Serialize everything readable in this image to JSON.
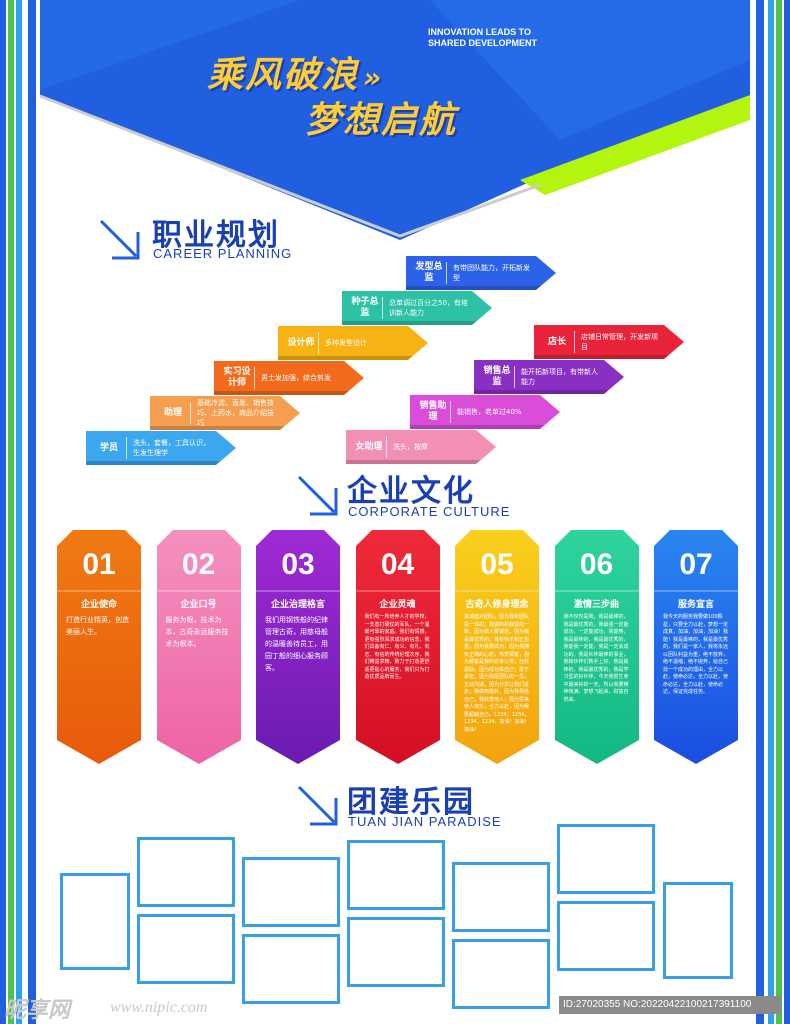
{
  "header": {
    "slogan_line1": "乘风破浪",
    "slogan_arrows": "»",
    "slogan_line2": "梦想启航",
    "tagline_line1": "INNOVATION LEADS TO",
    "tagline_line2": "SHARED DEVELOPMENT"
  },
  "sections": {
    "career": {
      "title": "职业规划",
      "subtitle": "CAREER PLANNING"
    },
    "culture": {
      "title": "企业文化",
      "subtitle": "CORPORATE CULTURE"
    },
    "team": {
      "title": "团建乐园",
      "subtitle": "TUAN JIAN PARADISE"
    }
  },
  "career_steps": [
    {
      "label": "学员",
      "desc": "洗头，套餐，工具认识，生发生理学",
      "color": "#3aa7ee"
    },
    {
      "label": "助理",
      "desc": "基础冷烫、直发、销售技巧、上药水，商品介绍技巧",
      "color": "#f59e4f"
    },
    {
      "label": "实习设计师",
      "desc": "男士发加强，综合剪发",
      "color": "#f26a1c"
    },
    {
      "label": "设计师",
      "desc": "多种发型设计",
      "color": "#f7b213"
    },
    {
      "label": "种子总监",
      "desc": "总单调过百分之50，有培训新人能力",
      "color": "#2dc1a6"
    },
    {
      "label": "发型总监",
      "desc": "有带团队能力，开拓新发型",
      "color": "#2c62e8"
    },
    {
      "label": "女助理",
      "desc": "洗头，按摩",
      "color": "#f28fb4"
    },
    {
      "label": "销售助理",
      "desc": "能销售，老单过40%",
      "color": "#d94dd9"
    },
    {
      "label": "销售总监",
      "desc": "能开拓新项目，有带新人能力",
      "color": "#8a2fc4"
    },
    {
      "label": "店长",
      "desc": "店铺日常管理，开发新项目",
      "color": "#e8233a"
    }
  ],
  "culture_cards": [
    {
      "num": "01",
      "title": "企业使命",
      "body": "打造行业精英，创造美丽人生。",
      "top": "#f07a12",
      "bottom": "#e85a0c"
    },
    {
      "num": "02",
      "title": "企业口号",
      "body": "服务为根，技术为本，古奇永远服务技术为根本。",
      "top": "#f490c0",
      "bottom": "#ee64a4"
    },
    {
      "num": "03",
      "title": "企业治理格言",
      "body": "我们用钢铁般的纪律管理古奇，用慈母般的温暖善待员工，用园丁般的细心服务顾客。",
      "top": "#a02ad4",
      "bottom": "#6a1bb0"
    },
    {
      "num": "04",
      "title": "企业灵魂",
      "body": "我们有一所培养人才的学校，一支善打硬仗的军队，一个温暖可靠的家庭。我们有情感，更有强烈渴求成功的信念，我们具备有仁、有义、有礼、有志、有信的传统伦理次序，我们精益求精，致力于打造更舒适更贴心的服务，我们只为打造优质品牌而生。",
      "top": "#ee2a3a",
      "bottom": "#d40f25"
    },
    {
      "num": "05",
      "title": "古奇人修身理念",
      "body": "真诚面对团队，因为我和团队是一体的；我做的和我说的一致，因为做人要诚信；因为我是最优秀的；我有快乐和正能量，因为我要成功；因为我拥有正确的心态；热爱顾客，因为顾客是我的衣食父母；自我激励，因为成功靠自己；勇于承担，因为我是团队的一员；主动沟通，因为分享让我们进步；我做到最好，因为我相信自己；我欣赏他人，因为赞美使人快乐；全力以赴，因为我要超越自己。1234，1234，1234，1234，加油！加油！加油！",
      "top": "#f9d01c",
      "bottom": "#f3a20f"
    },
    {
      "num": "06",
      "title": "激情三步曲",
      "body": "我不仅仅是我，我是最棒的，我是最优秀的，我最强一定能成功，一定能成功。我能够，我是最棒的，我是最优秀的，我能我一定能，我是一定会成功的。我是伙伴最棒的事业，我和伙伴们携手上好，我是最棒的，我是最优秀的，我是学习型的好伙伴，今天我很生命中最美好的一天，所以我要精神饱满，梦想飞起来，财富自然来。",
      "top": "#2fd39e",
      "bottom": "#14b883"
    },
    {
      "num": "07",
      "title": "服务宣言",
      "body": "我今天的服务我要做100颗星，只要全力以赴，梦想一定成真，加油，加油，加油！我能！我是最棒的，我是最优秀的，我们是一家人，我将永远以团队利益为重，绝不放弃，绝不退缩，绝不抛弃，给自己找一个成功的理由，全力以赴，使命必达，全力以赴，使命必达，全力以赴，使命必达，保证完成任务。",
      "top": "#2a86f0",
      "bottom": "#1a4ee0"
    }
  ],
  "watermark": {
    "logo_text": "昵享网",
    "url": "www.nipic.com",
    "id_text": "ID:27020355 NO:20220422100217391100"
  },
  "colors": {
    "brand_blue": "#1a3fb0",
    "header_blue": "#1f5fe0",
    "accent_green": "#b3f50f",
    "frame_blue": "#3aa0e6"
  }
}
